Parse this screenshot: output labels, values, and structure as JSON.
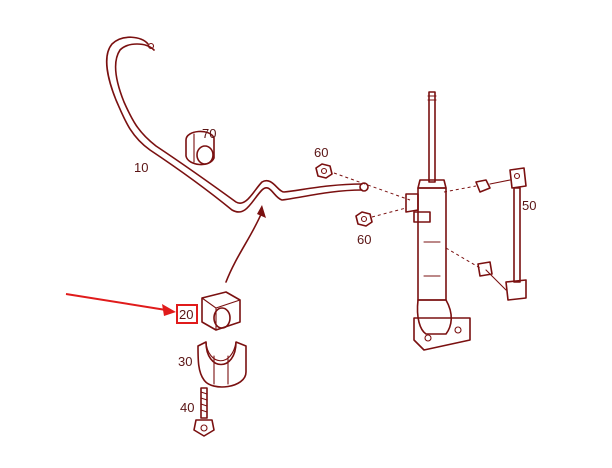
{
  "labels": {
    "p10": "10",
    "p20": "20",
    "p30": "30",
    "p40": "40",
    "p50": "50",
    "p60a": "60",
    "p60b": "60",
    "p70": "70"
  },
  "colors": {
    "line": "#7a1010",
    "highlight": "#e01b1b",
    "arrow": "#e01b1b"
  },
  "highlighted_part": "20"
}
